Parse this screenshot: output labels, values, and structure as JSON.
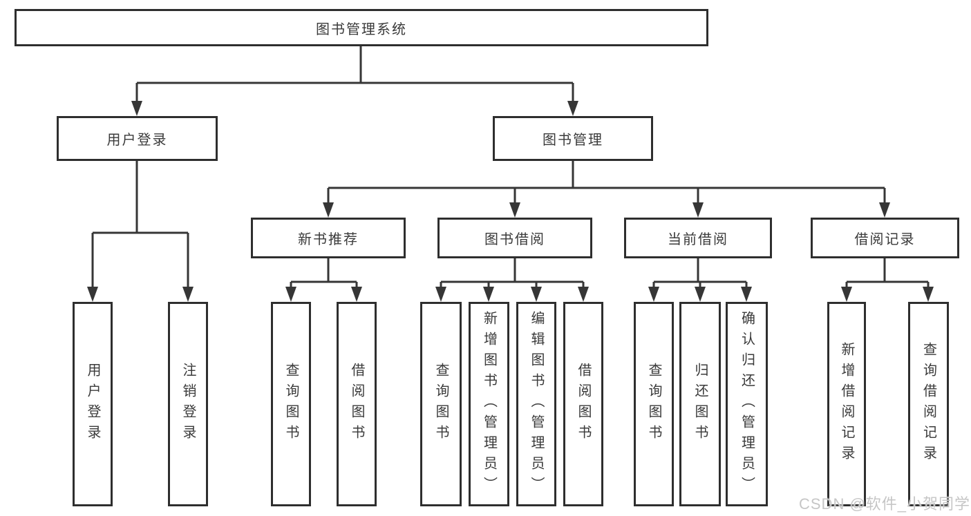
{
  "diagram": {
    "root": {
      "label": "图书管理系统"
    },
    "branches": [
      {
        "label": "用户登录",
        "children": [
          {
            "label": "用户登录"
          },
          {
            "label": "注销登录"
          }
        ]
      },
      {
        "label": "图书管理",
        "children": [
          {
            "label": "新书推荐",
            "children": [
              {
                "label": "查询图书"
              },
              {
                "label": "借阅图书"
              }
            ]
          },
          {
            "label": "图书借阅",
            "children": [
              {
                "label": "查询图书"
              },
              {
                "label": "新增图书（管理员）"
              },
              {
                "label": "编辑图书（管理员）"
              },
              {
                "label": "借阅图书"
              }
            ]
          },
          {
            "label": "当前借阅",
            "children": [
              {
                "label": "查询图书"
              },
              {
                "label": "归还图书"
              },
              {
                "label": "确认归还（管理员）"
              }
            ]
          },
          {
            "label": "借阅记录",
            "children": [
              {
                "label": "新增借阅记录"
              },
              {
                "label": "查询借阅记录"
              }
            ]
          }
        ]
      }
    ]
  },
  "watermark": {
    "text": "CSDN @软件_小贺同学"
  },
  "colors": {
    "line": "#363636",
    "border": "#2e2e2e",
    "text": "#3a3a3a",
    "background": "#ffffff",
    "watermark": "#c6c6c6"
  }
}
